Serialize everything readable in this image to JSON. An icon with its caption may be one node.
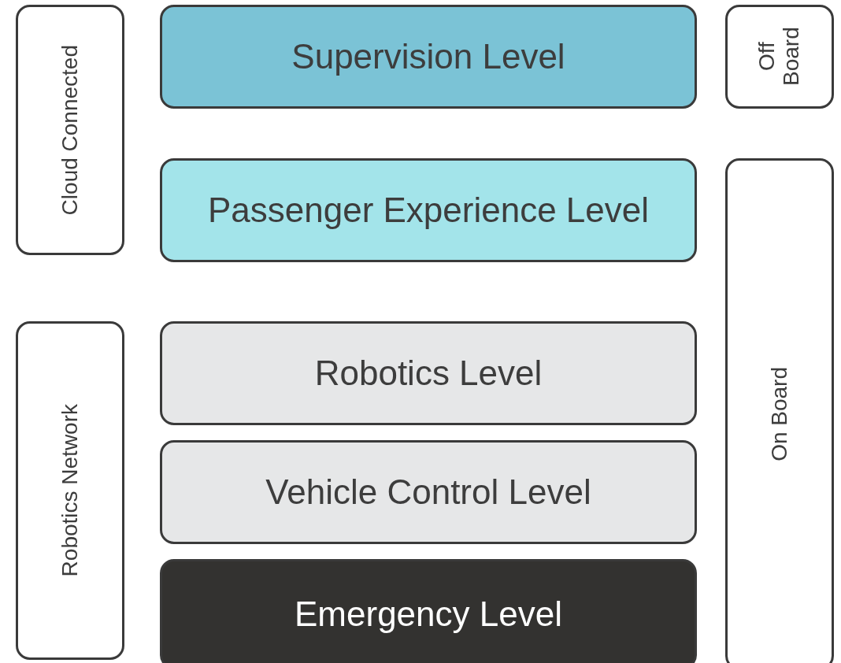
{
  "diagram": {
    "nodes": [
      {
        "text": [
          "Cloud Connected"
        ]
      },
      {
        "text": [
          "Supervision Level"
        ]
      },
      {
        "text": [
          "Off Board"
        ]
      },
      {
        "text": [
          "Passenger Experience Level"
        ]
      },
      {
        "text": [
          "On Board"
        ]
      },
      {
        "text": [
          "Robotics Network"
        ]
      },
      {
        "text": [
          "Robotics Level"
        ]
      },
      {
        "text": [
          "Vehicle Control Level"
        ]
      },
      {
        "text": [
          "Emergency Level"
        ]
      }
    ]
  }
}
